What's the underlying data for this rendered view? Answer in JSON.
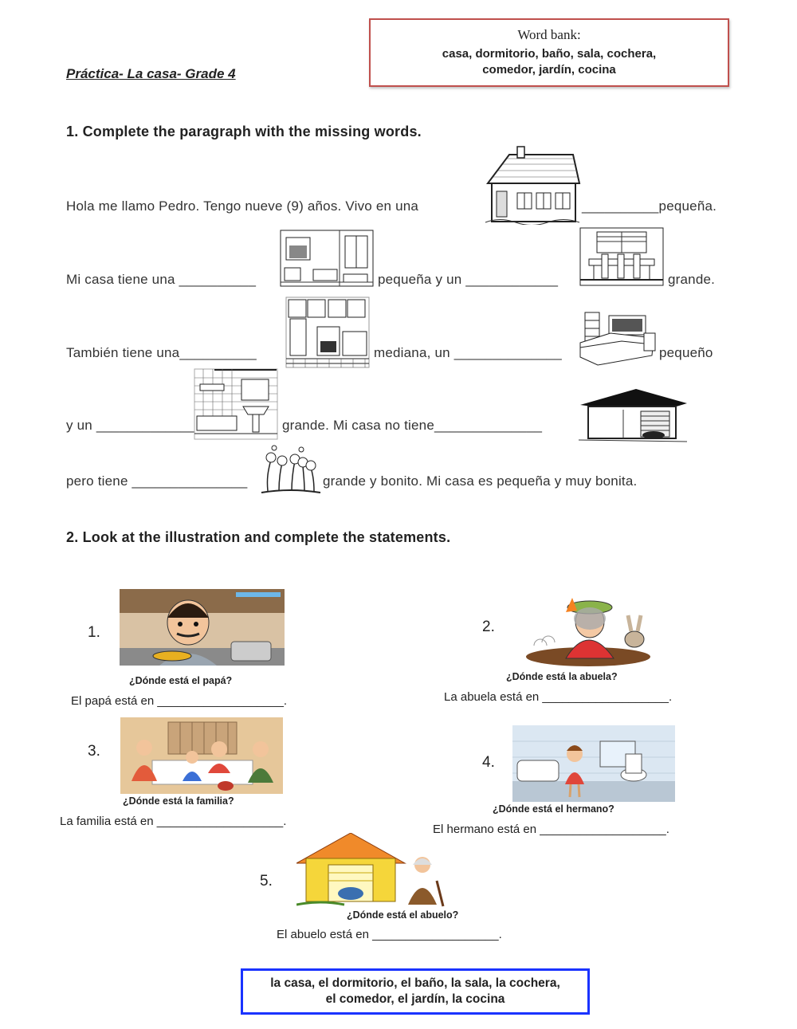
{
  "header": {
    "title": "Práctica- La casa- Grade 4",
    "word_bank_title": "Word bank:",
    "word_bank_line1": "casa, dormitorio, baño, sala, cochera,",
    "word_bank_line2": "comedor, jardín, cocina"
  },
  "section1": {
    "heading": "1. Complete the paragraph with the missing words.",
    "l1a": "Hola me llamo Pedro. Tengo nueve (9) años. Vivo en una",
    "l1b": "__________pequeña.",
    "l2a": "Mi casa tiene  una __________",
    "l2b": "pequeña  y un ____________",
    "l2c": "grande.",
    "l3a": "También tiene una__________",
    "l3b": "mediana, un ______________",
    "l3c": "pequeño",
    "l4a": "y un _______________",
    "l4b": "grande.  Mi casa no tiene______________",
    "l5a": "pero tiene _______________",
    "l5b": "grande y bonito. Mi casa es pequeña y muy bonita."
  },
  "section2": {
    "heading": "2.  Look at the illustration and complete the statements.",
    "items": [
      {
        "num": "1.",
        "question": "¿Dónde está el papá?",
        "statement": "El papá está en ___________________."
      },
      {
        "num": "2.",
        "question": "¿Dónde está la abuela?",
        "statement": "La abuela está en ___________________."
      },
      {
        "num": "3.",
        "question": "¿Dónde está la familia?",
        "statement": "La familia  está en ___________________."
      },
      {
        "num": "4.",
        "question": "¿Dónde está el hermano?",
        "statement": "El hermano está en ___________________."
      },
      {
        "num": "5.",
        "question": "¿Dónde está el abuelo?",
        "statement": "El abuelo está en ___________________."
      }
    ]
  },
  "bottom_bank": {
    "line1": "la casa, el dormitorio, el baño, la sala, la cochera,",
    "line2": "el comedor, el jardín, la cocina"
  }
}
